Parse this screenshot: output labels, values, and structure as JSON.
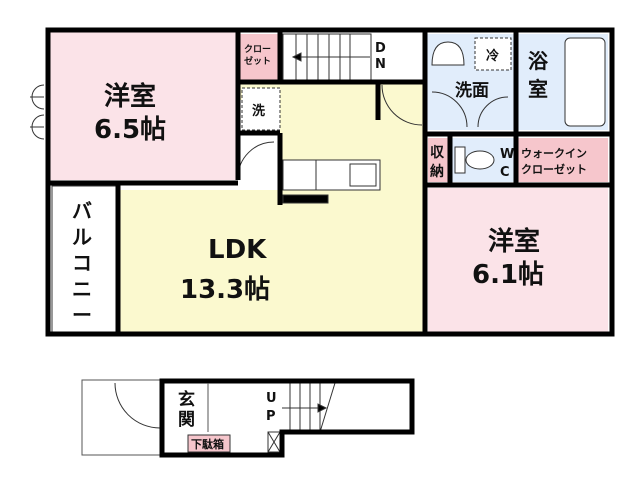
{
  "rooms": {
    "western_room_1": {
      "name": "洋室",
      "size": "6.5帖"
    },
    "western_room_2": {
      "name": "洋室",
      "size": "6.1帖"
    },
    "ldk": {
      "name": "LDK",
      "size": "13.3帖"
    },
    "closet": {
      "line1": "クロー",
      "line2": "ゼット"
    },
    "laundry": "洗",
    "refrigerator": "冷",
    "washroom": "洗面",
    "bathroom": {
      "line1": "浴",
      "line2": "室"
    },
    "storage": {
      "line1": "収",
      "line2": "納"
    },
    "wc": {
      "line1": "W",
      "line2": "C"
    },
    "walk_in_closet": {
      "line1": "ウォークイン",
      "line2": "クローゼット"
    },
    "balcony": {
      "line1": "バ",
      "line2": "ル",
      "line3": "コ",
      "line4": "ニ",
      "line5": "ー"
    },
    "entrance": {
      "line1": "玄",
      "line2": "関"
    },
    "shoe_box": "下駄箱"
  },
  "stairs": {
    "down": {
      "line1": "D",
      "line2": "N"
    },
    "up": {
      "line1": "U",
      "line2": "P"
    }
  },
  "colors": {
    "bedroom": "#fbe3e8",
    "ldk": "#fbf9cf",
    "wet_area": "#e1edfb",
    "closet": "#f6c6cc",
    "wall": "#000000"
  }
}
